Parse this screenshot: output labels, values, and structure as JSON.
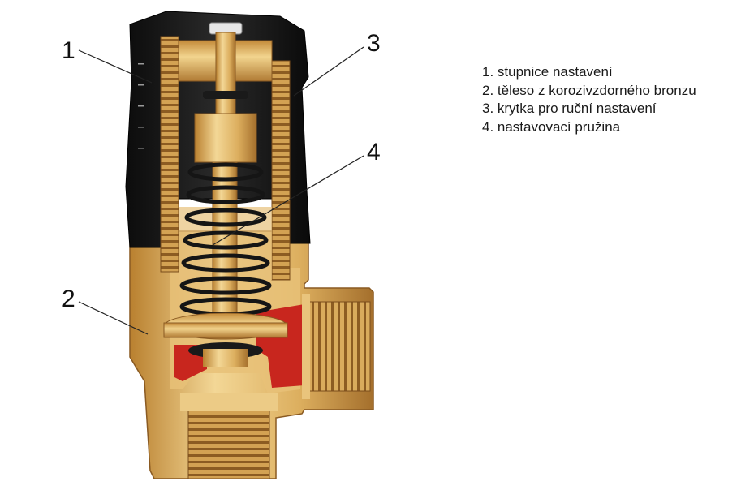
{
  "callouts": [
    {
      "num": "1"
    },
    {
      "num": "2"
    },
    {
      "num": "3"
    },
    {
      "num": "4"
    }
  ],
  "legend": [
    "1. stupnice nastavení",
    "2. těleso z korozivzdorného bronzu",
    "3. krytka pro ruční nastavení",
    "4. nastavovací pružina"
  ],
  "colors": {
    "brass_light": "#f0d28c",
    "brass_mid": "#d9a957",
    "brass_dark": "#9c6a2a",
    "cap_black": "#141414",
    "seal_red": "#c8261e"
  }
}
